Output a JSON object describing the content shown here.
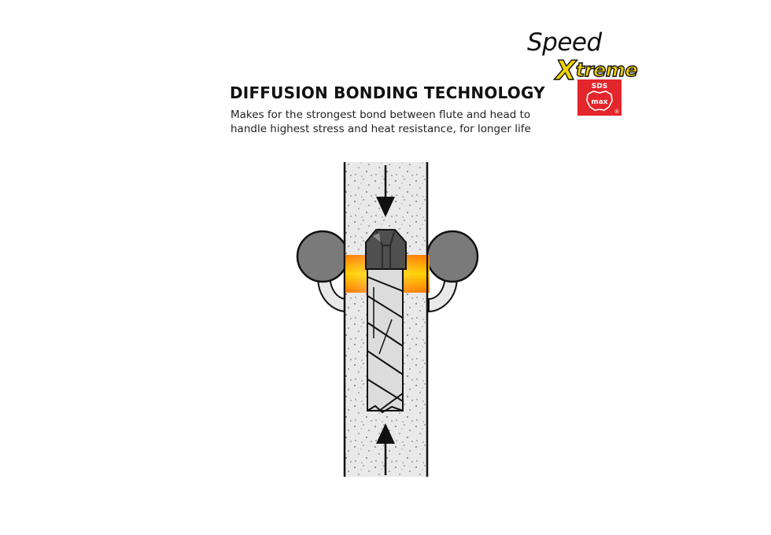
{
  "logo": {
    "speed_text": "Speed",
    "xtreme_initial": "X",
    "xtreme_rest": "treme",
    "colors": {
      "text": "#111111",
      "accent": "#f2d300"
    }
  },
  "badge": {
    "top_text": "SDS",
    "bottom_text": "max",
    "reg_mark": "®",
    "color": "#e3262b"
  },
  "headline": "DIFFUSION BONDING TECHNOLOGY",
  "description": "Makes for the strongest bond between flute and head to handle highest stress and heat resistance, for longer life",
  "diagram": {
    "icons": [
      "arrow-down-icon",
      "arrow-up-icon",
      "drill-bit-icon",
      "roller-icon"
    ],
    "colors": {
      "tube": "#e9e9e9",
      "outline": "#111111",
      "roller": "#7a7a7a",
      "heat_hot": "#ffd200",
      "heat_edge": "#ff7a00",
      "bit": "#dcdcdc",
      "bit_head": "#4f4f4f"
    }
  }
}
